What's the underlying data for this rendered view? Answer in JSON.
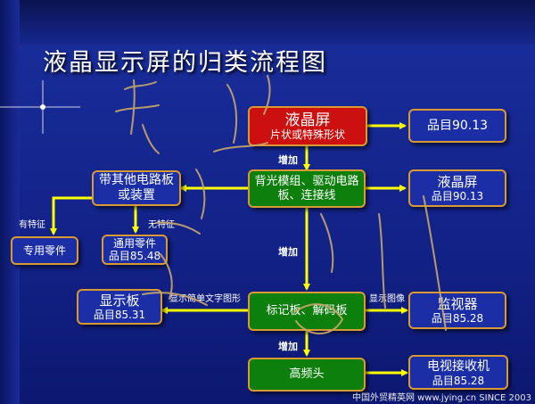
{
  "title": "液晶显示屏的归类流程图",
  "nodes": {
    "lcd": {
      "main": "液晶屏",
      "sub": "片状或特殊形状"
    },
    "lcd_code": {
      "main": "品目90.13"
    },
    "backlight": {
      "main": "背光模组、驱动电路板、连接线"
    },
    "lcd2": {
      "main": "液晶屏",
      "sub": "品目90.13"
    },
    "other_circuit": {
      "main": "带其他电路板或装置"
    },
    "special_parts": {
      "main": "专用零件"
    },
    "general_parts": {
      "main": "通用零件",
      "sub": "品目85.48"
    },
    "display_panel": {
      "main": "显示板",
      "sub": "品目85.31"
    },
    "decoder": {
      "main": "标记板、解码板"
    },
    "monitor": {
      "main": "监视器",
      "sub": "品目85.28"
    },
    "tuner": {
      "main": "高频头"
    },
    "tv_receiver": {
      "main": "电视接收机",
      "sub": "品目85.28"
    }
  },
  "edge_labels": {
    "add1": "增加",
    "add2": "增加",
    "add3": "增加",
    "has_feature": "有特征",
    "no_feature": "无特征",
    "show_text": "显示简单文字图形",
    "show_image": "显示图像"
  },
  "footer": "中国外贸精英网 www.jying.cn SINCE 2003",
  "colors": {
    "background": "#16289a",
    "box_blue": "#1b2ea5",
    "box_green": "#0d7f0d",
    "box_red": "#cc0f0f",
    "box_border": "#d99a34",
    "arrow": "#ffff00",
    "scribble": "#c9a86a"
  }
}
